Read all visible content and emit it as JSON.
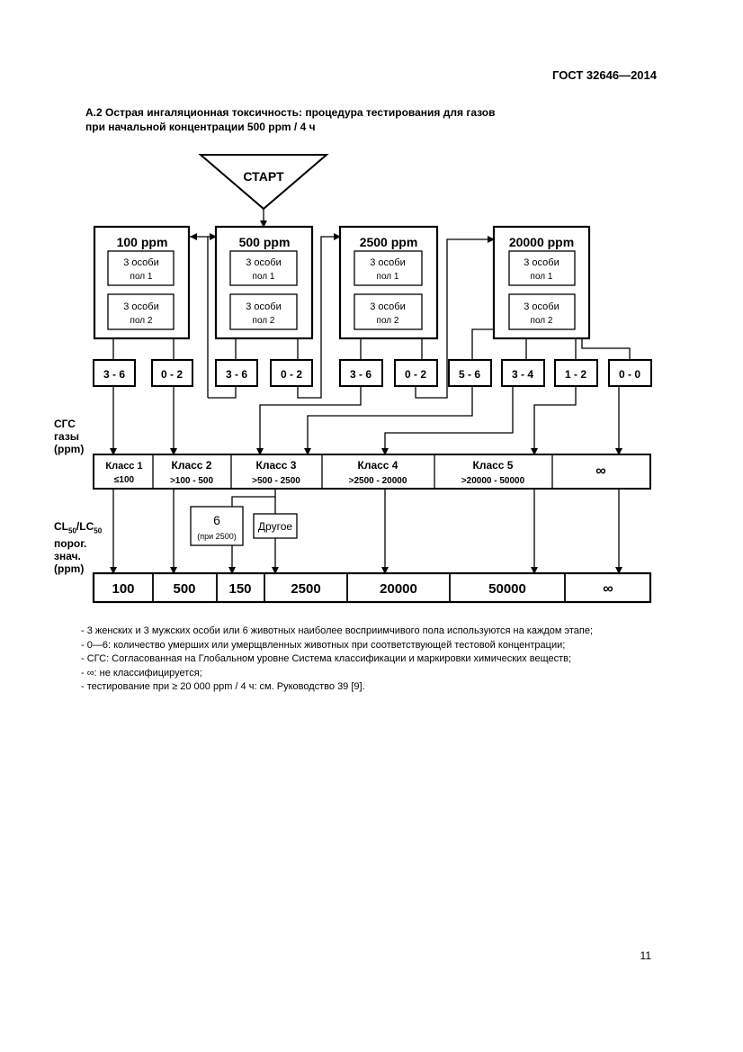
{
  "header": {
    "doc_code": "ГОСТ 32646—2014"
  },
  "heading": {
    "line1": "А.2 Острая ингаляционная токсичность: процедура тестирования для газов",
    "line2": "при начальной концентрации 500 ppm / 4 ч"
  },
  "start_label": "СТАРТ",
  "concentrations": [
    {
      "label": "100 ppm",
      "sub1a": "3 особи",
      "sub1b": "пол 1",
      "sub2a": "3 особи",
      "sub2b": "пол 2"
    },
    {
      "label": "500 ppm",
      "sub1a": "3 особи",
      "sub1b": "пол 1",
      "sub2a": "3 особи",
      "sub2b": "пол 2"
    },
    {
      "label": "2500 ppm",
      "sub1a": "3 особи",
      "sub1b": "пол 1",
      "sub2a": "3 особи",
      "sub2b": "пол 2"
    },
    {
      "label": "20000 ppm",
      "sub1a": "3 особи",
      "sub1b": "пол 1",
      "sub2a": "3 особи",
      "sub2b": "пол 2"
    }
  ],
  "outcomes": [
    "3 - 6",
    "0 - 2",
    "3 - 6",
    "0 - 2",
    "3 - 6",
    "0 - 2",
    "5 - 6",
    "3 - 4",
    "1 - 2",
    "0 - 0"
  ],
  "side_labels": {
    "ghs_line1": "СГС",
    "ghs_line2": "газы",
    "ghs_line3": "(ppm)",
    "lc_prefix": "CL",
    "lc_sub1": "50",
    "lc_slash": "/LC",
    "lc_sub2": "50",
    "lc_line2": "порог.",
    "lc_line3": "знач.",
    "lc_line4": "(ppm)"
  },
  "classes": [
    {
      "name": "Класс 1",
      "range": "≤100"
    },
    {
      "name": "Класс 2",
      "range": ">100 - 500"
    },
    {
      "name": "Класс 3",
      "range": ">500 - 2500"
    },
    {
      "name": "Класс 4",
      "range": ">2500 - 20000"
    },
    {
      "name": "Класс 5",
      "range": ">20000 - 50000"
    },
    {
      "name": "∞",
      "range": ""
    }
  ],
  "branch": {
    "value": "6",
    "note": "(при 2500)",
    "other": "Другое"
  },
  "thresholds": [
    "100",
    "500",
    "150",
    "2500",
    "20000",
    "50000",
    "∞"
  ],
  "notes": [
    "- 3 женских и 3 мужских особи или 6 животных наиболее восприимчивого пола используются на каждом этапе;",
    "- 0—6: количество умерших или умерщвленных животных при соответствующей тестовой концентрации;",
    "- СГС: Согласованная на Глобальном уровне Система классификации и маркировки химических веществ;",
    "- ∞: не классифицируется;",
    "- тестирование при ≥ 20 000 ppm / 4 ч: см. Руководство 39 [9]."
  ],
  "page_number": "11"
}
